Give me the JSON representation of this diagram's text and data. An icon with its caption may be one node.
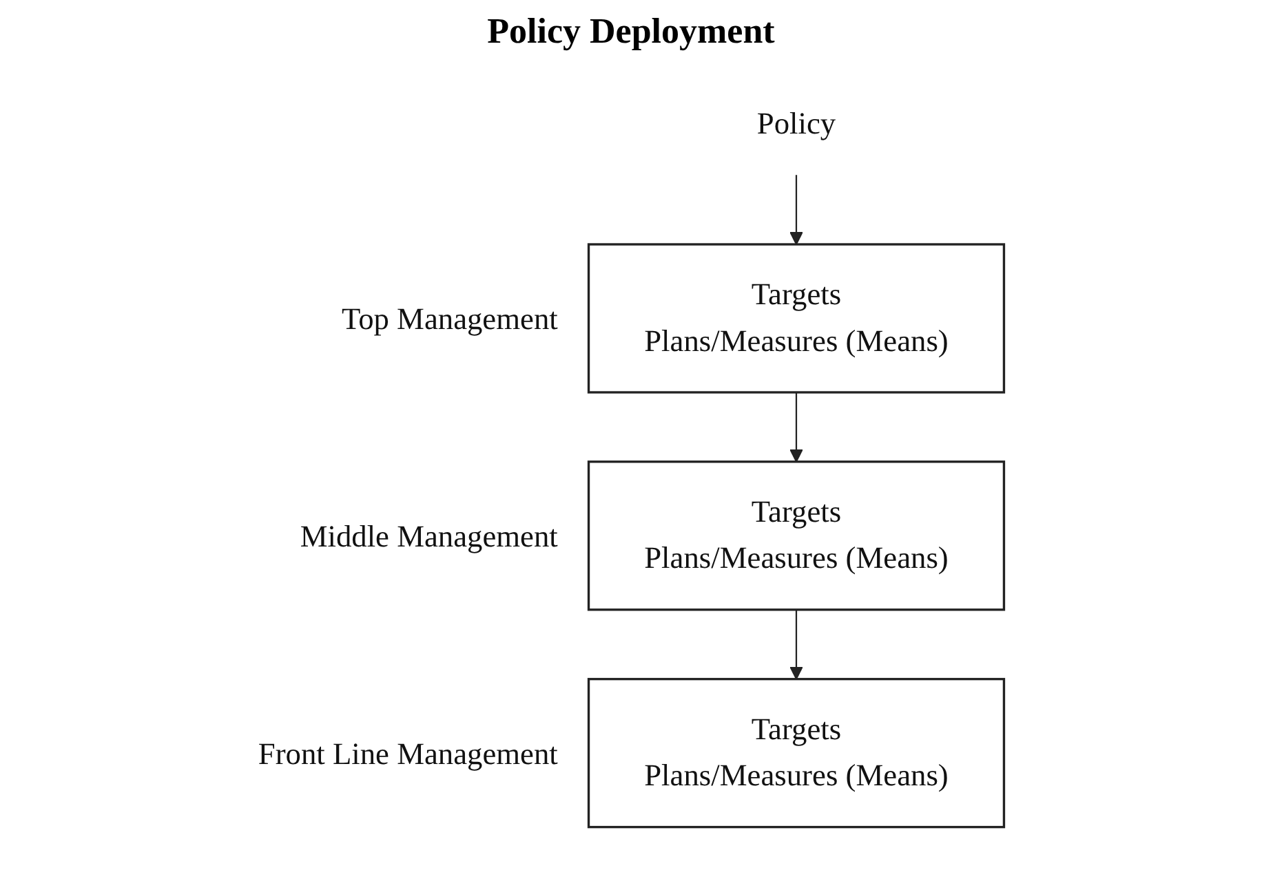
{
  "diagram": {
    "title": "Policy Deployment",
    "nodes": [
      {
        "text": [
          "Policy"
        ]
      },
      {
        "text": [
          "Targets",
          "Plans/Measures (Means)"
        ],
        "beside": [
          "Top Management"
        ]
      },
      {
        "text": [
          "Targets",
          "Plans/Measures (Means)"
        ],
        "beside": [
          "Middle Management"
        ]
      },
      {
        "text": [
          "Targets",
          "Plans/Measures (Means)"
        ],
        "beside": [
          "Front Line Management"
        ]
      }
    ],
    "edges": [
      {
        "from": 0,
        "to": 1,
        "arrow": "to"
      },
      {
        "from": 1,
        "to": 2,
        "arrow": "to"
      },
      {
        "from": 2,
        "to": 3,
        "arrow": "to"
      }
    ]
  }
}
